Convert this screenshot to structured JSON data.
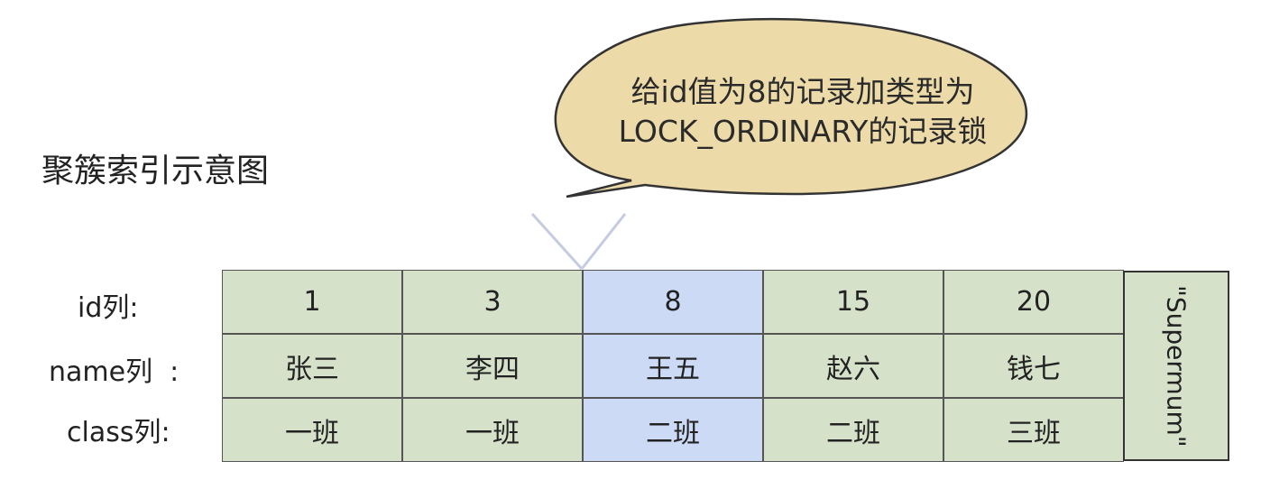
{
  "title": "聚簇索引示意图",
  "callout": {
    "line1": "给id值为8的记录加类型为",
    "line2": "LOCK_ORDINARY的记录锁"
  },
  "row_labels": [
    "id列:",
    "name列  :",
    "class列:"
  ],
  "records": [
    {
      "id": "1",
      "name": "张三",
      "class": "一班"
    },
    {
      "id": "3",
      "name": "李四",
      "class": "一班"
    },
    {
      "id": "8",
      "name": "王五",
      "class": "二班"
    },
    {
      "id": "15",
      "name": "赵六",
      "class": "二班"
    },
    {
      "id": "20",
      "name": "钱七",
      "class": "三班"
    }
  ],
  "supremum": "\"Supermum\"",
  "highlighted_id": "8",
  "colors": {
    "cell": "#d6e1ca",
    "highlight": "#ccdaf6",
    "bubble": "#ecdaa9"
  }
}
